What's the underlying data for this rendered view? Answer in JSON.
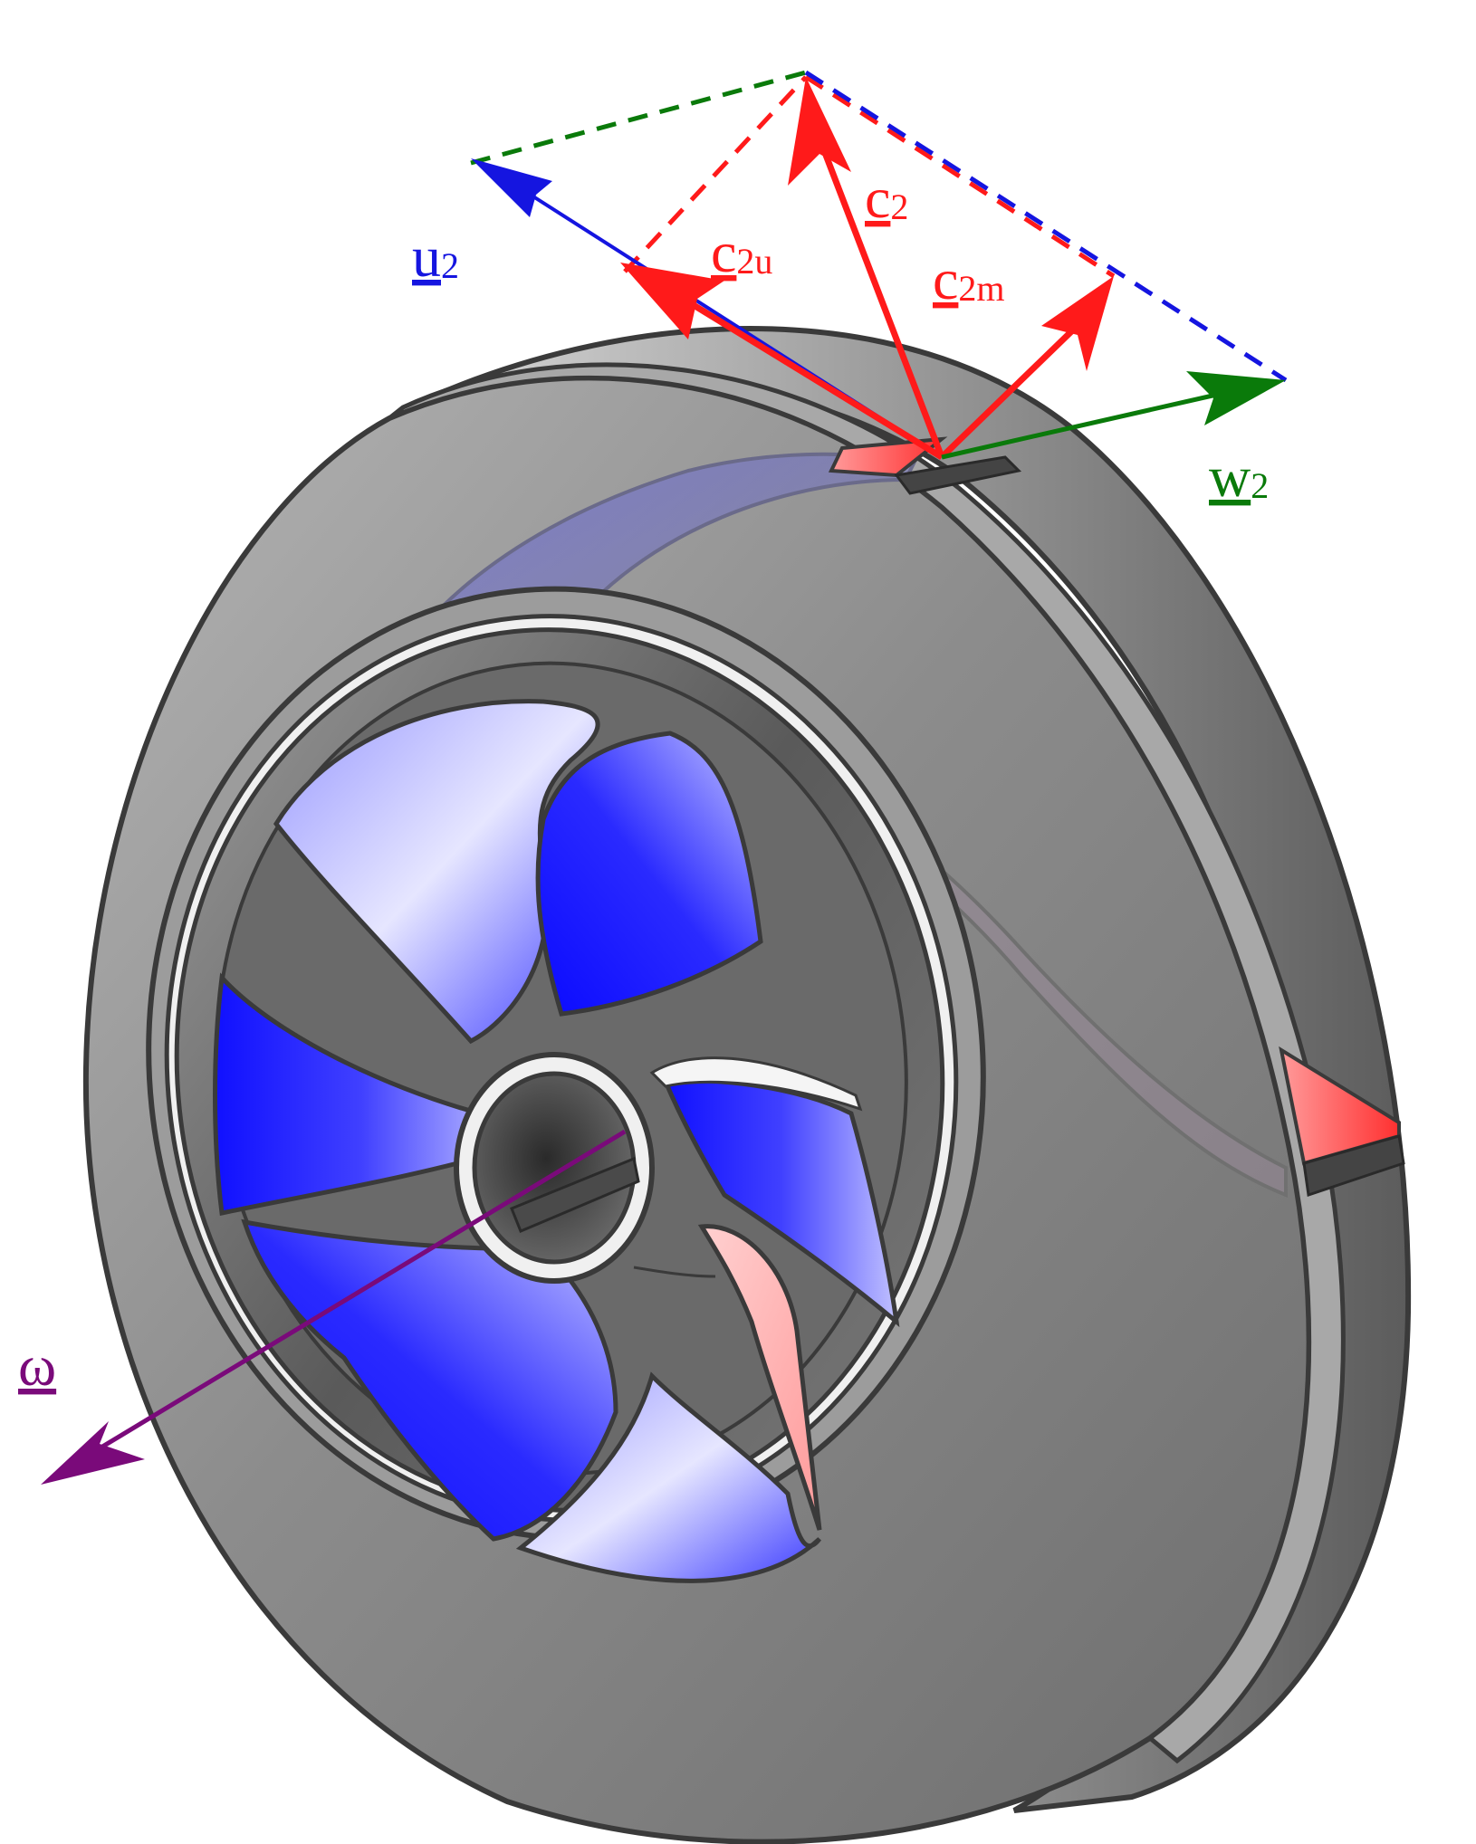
{
  "diagram": {
    "colors": {
      "u": "#1515e0",
      "c": "#ff1a1a",
      "w": "#0a7a0a",
      "omega": "#7a0a7a",
      "metal": "#8a8a8a",
      "blade": "#2020ff",
      "outline": "#3a3a3a"
    },
    "labels": {
      "u2": {
        "main": "u",
        "sub": "2"
      },
      "c2": {
        "main": "c",
        "sub": "2"
      },
      "c2u": {
        "main": "c",
        "sub": "2u"
      },
      "c2m": {
        "main": "c",
        "sub": "2m"
      },
      "w2": {
        "main": "w",
        "sub": "2"
      },
      "omega": {
        "main": "ω"
      }
    }
  }
}
